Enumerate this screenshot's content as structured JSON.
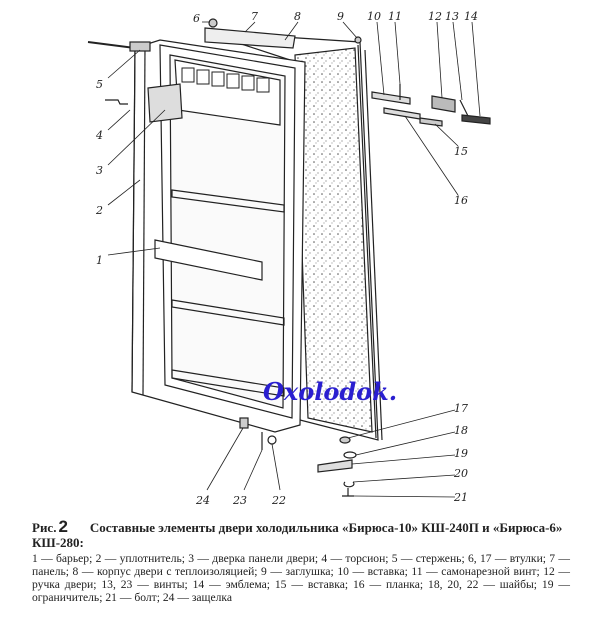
{
  "diagram": {
    "callouts": [
      "1",
      "2",
      "3",
      "4",
      "5",
      "6",
      "7",
      "8",
      "9",
      "10",
      "11",
      "12",
      "13",
      "14",
      "15",
      "16",
      "17",
      "18",
      "19",
      "20",
      "21",
      "22",
      "23",
      "24"
    ],
    "watermark": "Oxolodok."
  },
  "caption": {
    "prefix": "Рис.",
    "figure_number": "2",
    "title": "Составные элементы двери холодильника «Бирюса-10» КШ-240П и «Бирюса-6» КШ-280:",
    "legend": "1 — барьер; 2 — уплотнитель; 3 — дверка панели двери; 4 — торсион; 5 — стержень; 6, 17 — втулки; 7 — панель; 8 — корпус двери с теплоизоляцией; 9 — заглушка; 10 — вставка; 11 — самонарезной винт; 12 — ручка двери; 13, 23 — винты; 14 — эмблема; 15 — вставка; 16 — планка; 18, 20, 22 — шайбы; 19 — ограничитель; 21 — болт; 24 — защелка"
  }
}
